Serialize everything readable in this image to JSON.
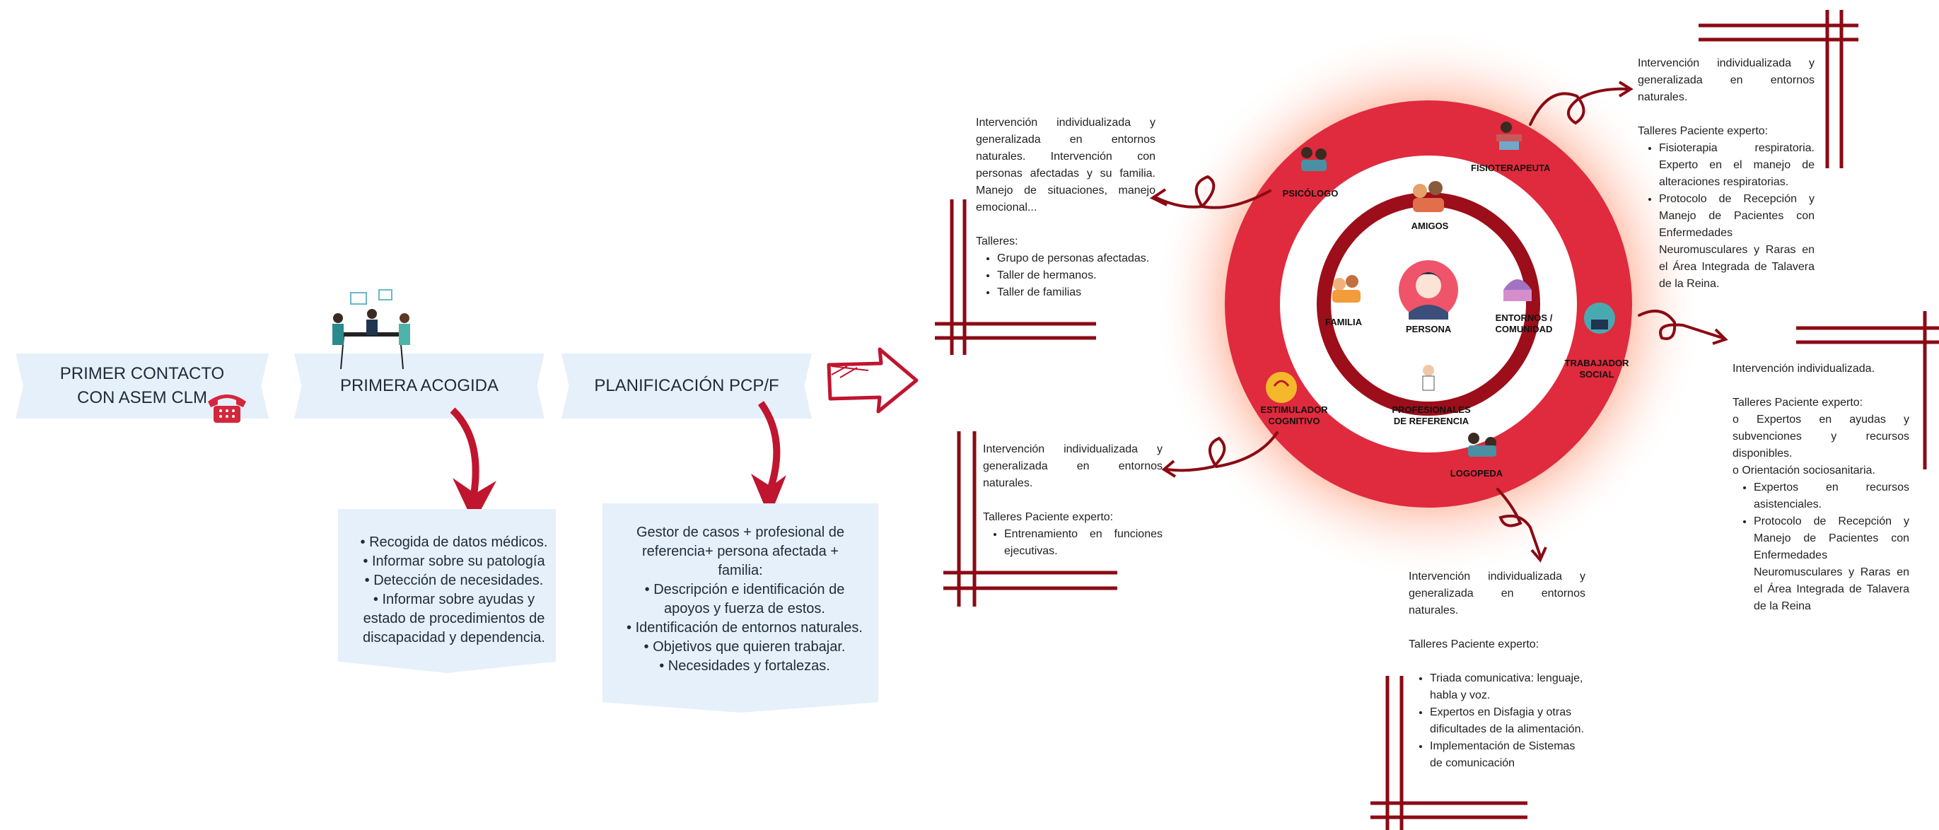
{
  "steps": {
    "primer_contacto": "PRIMER CONTACTO CON ASEM CLM",
    "primera_acogida": "PRIMERA ACOGIDA",
    "planificacion": "PLANIFICACIÓN PCP/F"
  },
  "acogida_box": {
    "items": [
      "Recogida de datos médicos.",
      "Informar sobre su patología",
      "Detección de necesidades.",
      "Informar sobre ayudas y estado de procedimientos de discapacidad y dependencia."
    ]
  },
  "planificacion_box": {
    "intro": "Gestor de casos + profesional de referencia+ persona afectada + familia:",
    "items": [
      "Descripción e identificación de apoyos y fuerza de estos.",
      "Identificación de entornos naturales.",
      "Objetivos que quieren trabajar.",
      "Necesidades y fortalezas."
    ]
  },
  "circle": {
    "center": "PERSONA",
    "inner": {
      "amigos": "AMIGOS",
      "familia": "FAMILIA",
      "entornos": "ENTORNOS / COMUNIDAD",
      "profesionales": "PROFESIONALES DE REFERENCIA"
    },
    "outer": {
      "psicologo": "PSICÓLOGO",
      "fisioterapeuta": "FISIOTERAPEUTA",
      "trabajador": "TRABAJADOR SOCIAL",
      "logopeda": "LOGOPEDA",
      "estimulador": "ESTIMULADOR COGNITIVO"
    }
  },
  "psicologo_text": {
    "p1": "Intervención individualizada y generalizada en entornos naturales. Intervención con personas afectadas y su familia. Manejo de situaciones, manejo emocional...",
    "p2": "Talleres:",
    "items": [
      "Grupo de personas afectadas.",
      "Taller de hermanos.",
      "Taller de familias"
    ]
  },
  "fisio_text": {
    "p1": "Intervención individualizada y generalizada en entornos naturales.",
    "p2": "Talleres Paciente experto:",
    "items": [
      "Fisioterapia respiratoria. Experto en el manejo de alteraciones respiratorias.",
      "Protocolo de Recepción y Manejo de Pacientes con Enfermedades Neuromusculares y Raras en el Área Integrada de Talavera de la Reina."
    ]
  },
  "trabajador_text": {
    "p1": "Intervención individualizada.",
    "p2": "Talleres Paciente experto:",
    "p3": "o   Expertos en ayudas y subvenciones y recursos disponibles.",
    "p4": "o Orientación sociosanitaria.",
    "items": [
      "Expertos en recursos asistenciales.",
      "Protocolo de Recepción y Manejo de Pacientes con Enfermedades Neuromusculares y Raras en el Área Integrada de Talavera de la Reina"
    ]
  },
  "estimulador_text": {
    "p1": "Intervención individualizada y generalizada en entornos naturales.",
    "p2": "Talleres Paciente experto:",
    "items": [
      "Entrenamiento en funciones ejecutivas."
    ]
  },
  "logopeda_text": {
    "p1": "Intervención individualizada y generalizada en entornos naturales.",
    "p2": "Talleres Paciente experto:",
    "items": [
      "Triada comunicativa: lenguaje, habla y voz.",
      "Expertos en Disfagia y otras dificultades de la alimentación.",
      "Implementación de Sistemas de comunicación"
    ]
  },
  "colors": {
    "accent": "#c0152f",
    "dark_red": "#8b0a14",
    "ring": "#e02a3d",
    "banner": "#e6f0fb"
  }
}
